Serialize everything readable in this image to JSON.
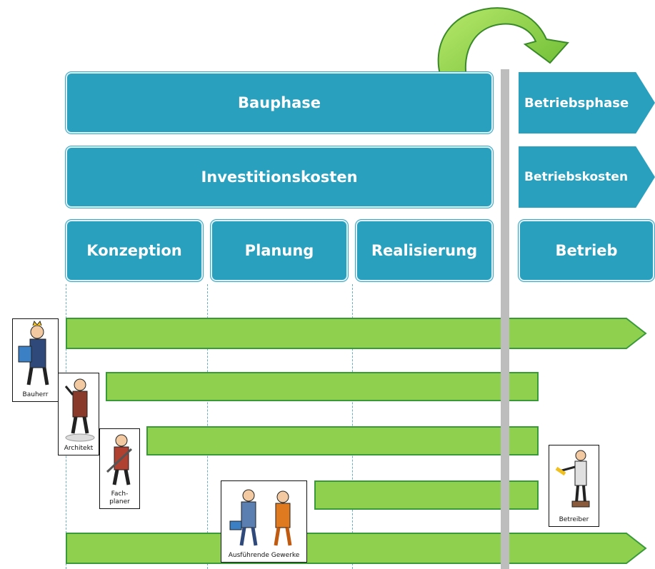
{
  "phases": {
    "bauphase": "Bauphase",
    "betriebsphase": "Betriebsphase"
  },
  "costs": {
    "investitionskosten": "Investitionskosten",
    "betriebskosten": "Betriebskosten"
  },
  "stages": {
    "konzeption": "Konzeption",
    "planung": "Planung",
    "realisierung": "Realisierung",
    "betrieb": "Betrieb"
  },
  "roles": {
    "bauherr": "Bauherr",
    "architekt": "Architekt",
    "fachplaner_line1": "Fach-",
    "fachplaner_line2": "planer",
    "gewerke": "Ausführende Gewerke",
    "betreiber": "Betreiber"
  },
  "colors": {
    "phase_box": "#2aa0bf",
    "bar_fill": "#8fd14f",
    "bar_border": "#3a9a3a",
    "divider": "#bdbdbd"
  },
  "icons": [
    "curved-arrow-icon",
    "person-illustration-icon"
  ]
}
